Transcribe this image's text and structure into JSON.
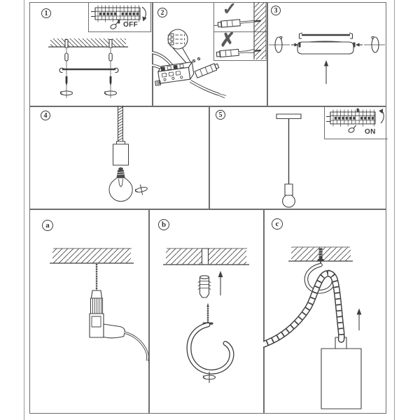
{
  "sheet": {
    "steps": [
      {
        "label": "1"
      },
      {
        "label": "2"
      },
      {
        "label": "3"
      },
      {
        "label": "4"
      },
      {
        "label": "5"
      },
      {
        "label": "a"
      },
      {
        "label": "b"
      },
      {
        "label": "c"
      }
    ],
    "power_off_label": "OFF",
    "power_on_label": "ON",
    "wiring": {
      "correct_mark": "✓",
      "incorrect_mark": "✗"
    },
    "colors": {
      "line": "#3f3f3f",
      "grid": "#6e6e6e",
      "page_edge": "#9e9e9e",
      "background": "#ffffff"
    }
  }
}
